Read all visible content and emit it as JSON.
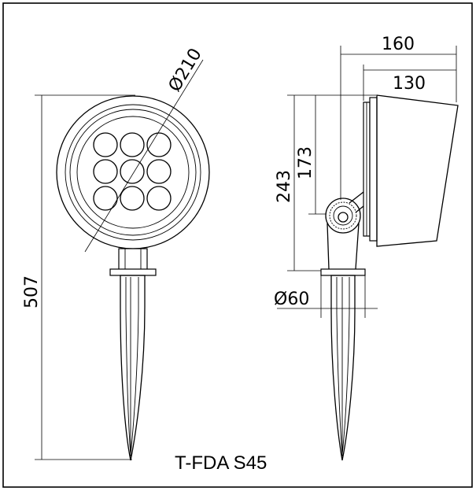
{
  "model_name": "T-FDA S45",
  "dimensions": {
    "lamp_diameter": "Ø210",
    "total_height": "507",
    "overall_depth": "160",
    "housing_depth": "130",
    "height_upper": "243",
    "height_lower": "173",
    "spike_diameter": "Ø60"
  },
  "led_count": 9
}
